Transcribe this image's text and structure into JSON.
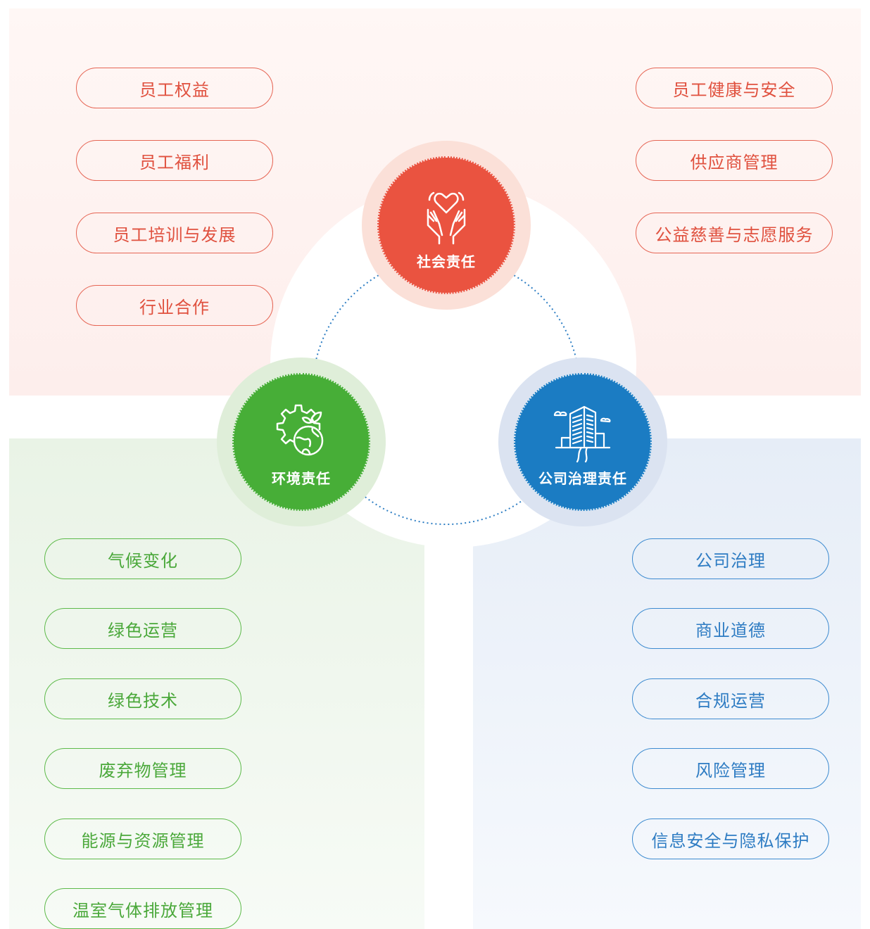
{
  "center": {
    "social": {
      "label": "社会责任",
      "icon": "heart-hands-icon",
      "color": "#ea5340"
    },
    "environment": {
      "label": "环境责任",
      "icon": "gear-earth-icon",
      "color": "#47ae37"
    },
    "governance": {
      "label": "公司治理责任",
      "icon": "building-icon",
      "color": "#1b7cc3"
    }
  },
  "social": {
    "left_items": [
      "员工权益",
      "员工福利",
      "员工培训与发展",
      "行业合作"
    ],
    "right_items": [
      "员工健康与安全",
      "供应商管理",
      "公益慈善与志愿服务"
    ]
  },
  "environment": {
    "items": [
      "气候变化",
      "绿色运营",
      "绿色技术",
      "废弃物管理",
      "能源与资源管理",
      "温室气体排放管理"
    ]
  },
  "governance": {
    "items": [
      "公司治理",
      "商业道德",
      "合规运营",
      "风险管理",
      "信息安全与隐私保护"
    ]
  }
}
